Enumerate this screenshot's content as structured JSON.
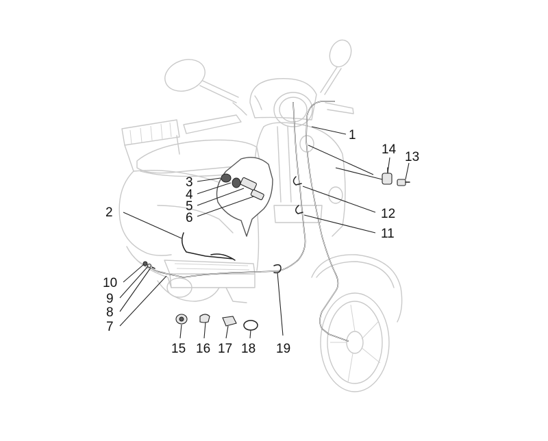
{
  "colors": {
    "ghost": "#c9c9c9",
    "cable": "#1f1f1f",
    "label": "#111111"
  },
  "callouts": {
    "c1": "1",
    "c2": "2",
    "c3": "3",
    "c4": "4",
    "c5": "5",
    "c6": "6",
    "c7": "7",
    "c8": "8",
    "c9": "9",
    "c10": "10",
    "c11": "11",
    "c12": "12",
    "c13": "13",
    "c14": "14",
    "c15": "15",
    "c16": "16",
    "c17": "17",
    "c18": "18",
    "c19": "19"
  }
}
